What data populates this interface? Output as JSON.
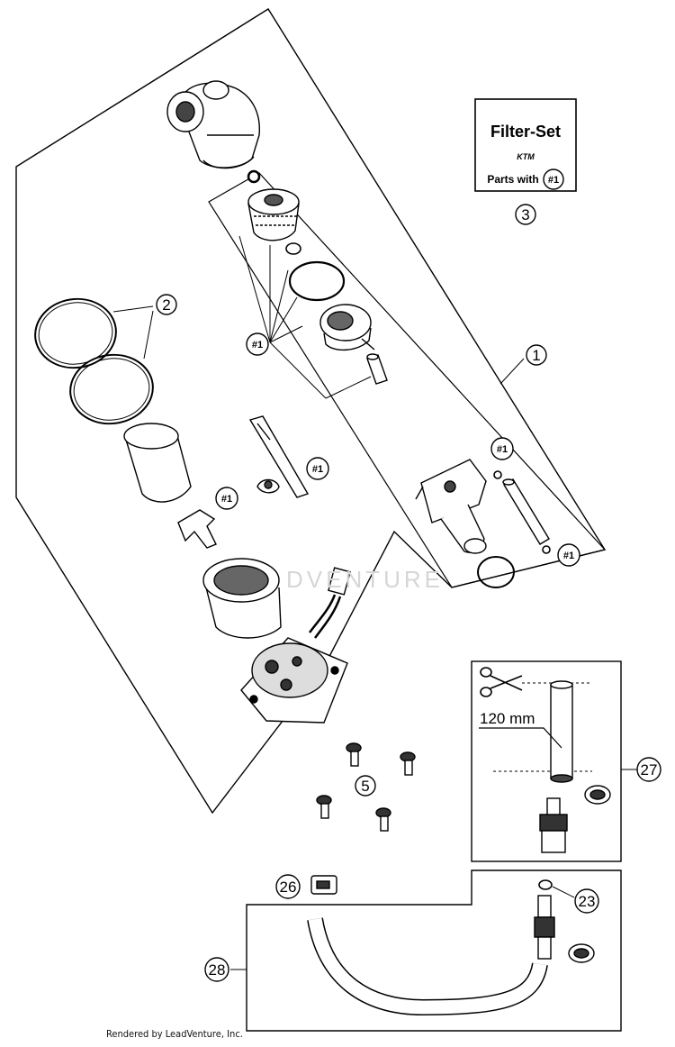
{
  "filter_set_box": {
    "title": "Filter-Set",
    "brand": "KTM",
    "parts_with": "Parts with",
    "parts_tag": "#1"
  },
  "callouts": {
    "c1": "1",
    "c2": "2",
    "c3": "3",
    "c5": "5",
    "c23": "23",
    "c26": "26",
    "c27": "27",
    "c28": "28"
  },
  "tags": {
    "t1": "#1",
    "t2": "#1",
    "t3": "#1",
    "t4": "#1",
    "t5": "#1",
    "t6": "#1"
  },
  "measurement": "120 mm",
  "watermark": "DVENTURE",
  "footer": "Rendered by LeadVenture, Inc."
}
